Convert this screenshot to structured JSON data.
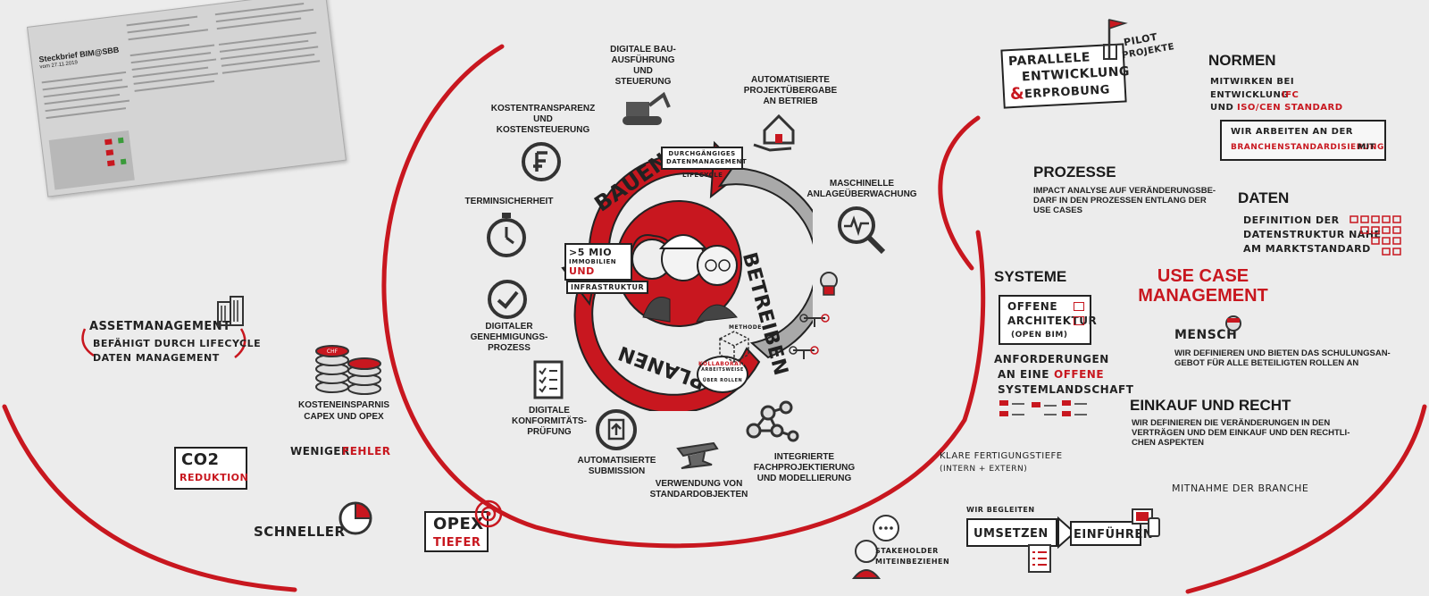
{
  "colors": {
    "accent": "#c8171f",
    "gray": "#a9a9a9",
    "ink": "#222222",
    "background": "#ececec"
  },
  "document": {
    "title": "Steckbrief BIM@SBB",
    "date": "vom 27.11.2019"
  },
  "cycle": {
    "phases": [
      "BAUEN",
      "BETREIBEN",
      "PLANEN"
    ],
    "banner": "DURCHGÄNGIGES DATENMANAGEMENT",
    "lifecycle": "LIFECYCLE",
    "assets_line1": ">5 MIO",
    "assets_line2": "IMMOBILIEN",
    "assets_line3": "UND",
    "assets_line4": "INFRASTRUKTUR",
    "kollab": "KOLLABORATION",
    "kollab2": "ARBEITSWEISE",
    "kollab3": "ÜBER ROLLEN",
    "methode": "METHODE"
  },
  "use_cases": {
    "digitale_bau": "DIGITALE BAU-\nAUSFÜHRUNG\nUND\nSTEUERUNG",
    "uebergabe": "AUTOMATISIERTE\nPROJEKTÜBERGABE\nAN BETRIEB",
    "kosten": "KOSTENTRANSPARENZ\nUND\nKOSTENSTEUERUNG",
    "termin": "TERMINSICHERHEIT",
    "genehmigung": "DIGITALER\nGENEHMIGUNGS-\nPROZESS",
    "konform": "DIGITALE\nKONFORMITÄTS-\nPRÜFUNG",
    "submission": "AUTOMATISIERTE\nSUBMISSION",
    "standard": "VERWENDUNG VON\nSTANDARDOBJEKTEN",
    "integriert": "INTEGRIERTE\nFACHPROJEKTIERUNG\nUND MODELLIERUNG",
    "maschinell": "MASCHINELLE\nANLAGEÜBERWACHUNG"
  },
  "left": {
    "asset1": "ASSETMANAGEMENT",
    "asset2": "BEFÄHIGT DURCH LIFECYCLE",
    "asset3": "DATEN MANAGEMENT",
    "kosten1": "KOSTENEINSPARNIS",
    "kosten2": "CAPEX UND OPEX",
    "co2": "CO2",
    "reduktion": "REDUKTION",
    "weniger": "WENIGER",
    "fehler": "FEHLER",
    "schneller": "SCHNELLER",
    "opex": "OPEX",
    "tiefer": "TIEFER",
    "chf": "CHF"
  },
  "right": {
    "parallele1": "PARALLELE",
    "parallele2": "ENTWICKLUNG",
    "parallele3": "ERPROBUNG",
    "pilot1": "PILOT",
    "pilot2": "PROJEKTE",
    "normen_title": "NORMEN",
    "normen1": "MITWIRKEN BEI",
    "normen2a": "ENTWICKLUNG",
    "normen2b": "IFC",
    "normen3a": "UND",
    "normen3b": "ISO/CEN STANDARD",
    "normen_box1": "WIR ARBEITEN AN DER",
    "normen_box2a": "BRANCHENSTANDARDISIERUNG",
    "normen_box2b": "MIT",
    "prozesse_title": "PROZESSE",
    "prozesse_body": "IMPACT ANALYSE AUF VERÄNDERUNGSBE-\nDARF IN DEN PROZESSEN ENTLANG DER\nUSE CASES",
    "daten_title": "DATEN",
    "daten1": "DEFINITION DER",
    "daten2": "DATENSTRUKTUR NAHE",
    "daten3": "AM MARKTSTANDARD",
    "systeme_title": "SYSTEME",
    "offene1": "OFFENE",
    "offene2": "ARCHITEKTUR",
    "offene3": "(OPEN BIM)",
    "anforderung1": "ANFORDERUNGEN",
    "anforderung2a": "AN EINE",
    "anforderung2b": "OFFENE",
    "anforderung3": "SYSTEMLANDSCHAFT",
    "ucm1": "USE CASE",
    "ucm2": "MANAGEMENT",
    "mensch_title": "MENSCH",
    "mensch_body": "WIR DEFINIEREN UND BIETEN DAS SCHULUNGSAN-\nGEBOT FÜR ALLE BETEILIGTEN ROLLEN AN",
    "einkauf_title": "EINKAUF UND RECHT",
    "einkauf_body": "WIR DEFINIEREN DIE VERÄNDERUNGEN IN DEN\nVERTRÄGEN UND DEM EINKAUF UND DEN RECHTLI-\nCHEN ASPEKTEN",
    "klare1": "KLARE FERTIGUNGSTIEFE",
    "klare2": "(INTERN + EXTERN)",
    "mitnahme": "MITNAHME DER BRANCHE",
    "begleiten": "WIR BEGLEITEN",
    "umsetzen": "UMSETZEN",
    "einfuehren": "EINFÜHREN",
    "stakeholder1": "STAKEHOLDER",
    "stakeholder2": "MITEINBEZIEHEN"
  }
}
